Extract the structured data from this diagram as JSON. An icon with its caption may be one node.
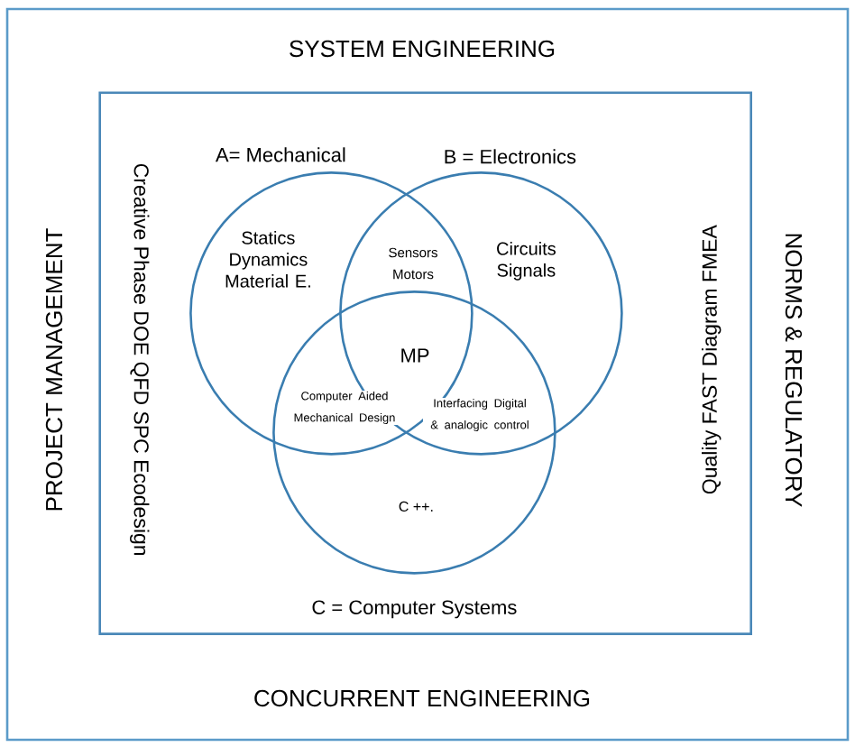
{
  "diagram": {
    "nodes": [
      {
        "text": [
          "SYSTEM ENGINEERING",
          "PROJECT MANAGEMENT",
          "NORMS & REGULATORY",
          "CONCURRENT ENGINEERING"
        ]
      },
      {
        "text": [
          "Creative  Phase DOE  QFD  SPC  Ecodesign",
          "Quality  FAST Diagram FMEA"
        ],
        "in": 0
      },
      {
        "text": [
          "A= Mechanical",
          "Statics Dynamics Material E."
        ],
        "in": 1
      },
      {
        "text": [
          "B = Electronics",
          "Circuits Signals"
        ],
        "in": 1
      },
      {
        "text": [
          "C ++.",
          "C = Computer Systems"
        ],
        "in": 1
      }
    ],
    "edges": [],
    "labels": [
      "Sensors Motors",
      "MP",
      "Computer Aided Mechanical Design",
      "Interfacing Digital & analogic control"
    ]
  }
}
